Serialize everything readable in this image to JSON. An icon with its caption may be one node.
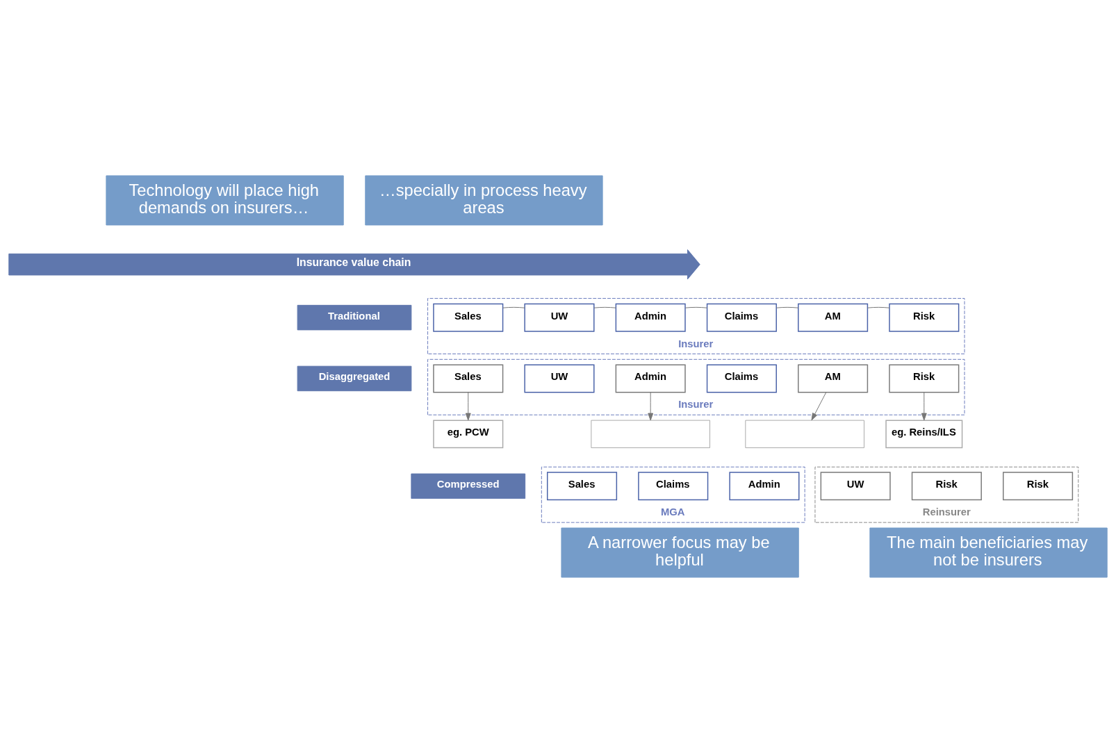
{
  "diagram": {
    "nodes": [
      {
        "text": [
          "Technology will place high demands on insurers…"
        ]
      },
      {
        "text": [
          "…specially in process heavy areas"
        ]
      },
      {
        "text": [
          "Insurance value chain"
        ]
      },
      {
        "text": [
          "Traditional"
        ]
      },
      {
        "text": [
          "Insurer"
        ]
      },
      {
        "text": [
          "Sales"
        ],
        "in": 4
      },
      {
        "text": [
          "UW"
        ],
        "in": 4
      },
      {
        "text": [
          "Admin"
        ],
        "in": 4
      },
      {
        "text": [
          "Claims"
        ],
        "in": 4
      },
      {
        "text": [
          "AM"
        ],
        "in": 4
      },
      {
        "text": [
          "Risk"
        ],
        "in": 4
      },
      {
        "text": [
          "Disaggregated"
        ]
      },
      {
        "text": [
          "Insurer"
        ]
      },
      {
        "text": [
          "Sales"
        ],
        "in": 12
      },
      {
        "text": [
          "UW"
        ],
        "in": 12
      },
      {
        "text": [
          "Admin"
        ],
        "in": 12
      },
      {
        "text": [
          "Claims"
        ],
        "in": 12
      },
      {
        "text": [
          "AM"
        ],
        "in": 12
      },
      {
        "text": [
          "Risk"
        ],
        "in": 12
      },
      {
        "text": [
          "eg. PCW"
        ]
      },
      {
        "text": [],
        "shape": "box"
      },
      {
        "text": [],
        "shape": "box"
      },
      {
        "text": [
          "eg. Reins/ILS"
        ]
      },
      {
        "text": [
          "Compressed"
        ]
      },
      {
        "text": [
          "MGA"
        ]
      },
      {
        "text": [
          "Sales"
        ],
        "in": 24
      },
      {
        "text": [
          "Claims"
        ],
        "in": 24
      },
      {
        "text": [
          "Admin"
        ],
        "in": 24
      },
      {
        "text": [
          "Reinsurer"
        ]
      },
      {
        "text": [
          "UW"
        ],
        "in": 28
      },
      {
        "text": [
          "Risk"
        ],
        "in": 28
      },
      {
        "text": [
          "Risk"
        ],
        "in": 28
      },
      {
        "text": [
          "A narrower focus may be helpful"
        ]
      },
      {
        "text": [
          "The main beneficiaries may not be insurers"
        ]
      }
    ],
    "edges": [
      {
        "from": 5,
        "to": 6,
        "arrow": "none"
      },
      {
        "from": 6,
        "to": 7,
        "arrow": "none"
      },
      {
        "from": 7,
        "to": 8,
        "arrow": "none"
      },
      {
        "from": 8,
        "to": 9,
        "arrow": "none"
      },
      {
        "from": 9,
        "to": 10,
        "arrow": "none"
      },
      {
        "from": 13,
        "to": 19,
        "arrow": "to"
      },
      {
        "from": 15,
        "to": 20,
        "arrow": "to"
      },
      {
        "from": 17,
        "to": 21,
        "arrow": "to"
      },
      {
        "from": 18,
        "to": 22,
        "arrow": "to"
      }
    ]
  }
}
